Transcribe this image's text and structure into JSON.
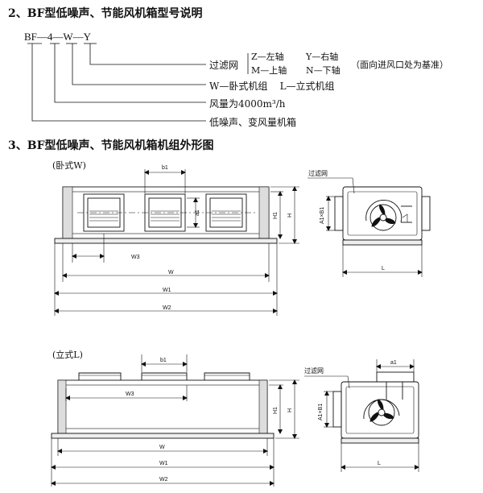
{
  "section2": {
    "heading": "2、BF型低噪声、节能风机箱型号说明"
  },
  "model": {
    "code": "BF—4—W—Y",
    "filter_label": "过滤网",
    "z_label": "Z—左轴",
    "y_label": "Y—右轴",
    "m_label": "M—上轴",
    "n_label": "N—下轴",
    "basis": "（面向进风口处为基准）",
    "type_label": "W—卧式机组    L—立式机组",
    "airflow_label": "风量为4000m³/h",
    "series_label": "低噪声、变风量机箱"
  },
  "section3": {
    "heading": "3、BF型低噪声、节能风机箱机组外形图"
  },
  "horizontal": {
    "caption": "(卧式W)",
    "dims": {
      "b1": "b1",
      "a1": "a1",
      "H1": "H1",
      "H": "H",
      "W3": "W3",
      "W": "W",
      "W1": "W1",
      "W2": "W2"
    },
    "side": {
      "filter": "过滤网",
      "A1B1": "A1×B1",
      "L": "L"
    }
  },
  "vertical": {
    "caption": "(立式L)",
    "dims": {
      "b1": "b1",
      "W3": "W3",
      "H1": "H1",
      "H": "H",
      "W": "W",
      "W1": "W1",
      "W2": "W2"
    },
    "side": {
      "filter": "过滤网",
      "a1": "a1",
      "A1B1": "A1×B1",
      "L": "L"
    }
  }
}
